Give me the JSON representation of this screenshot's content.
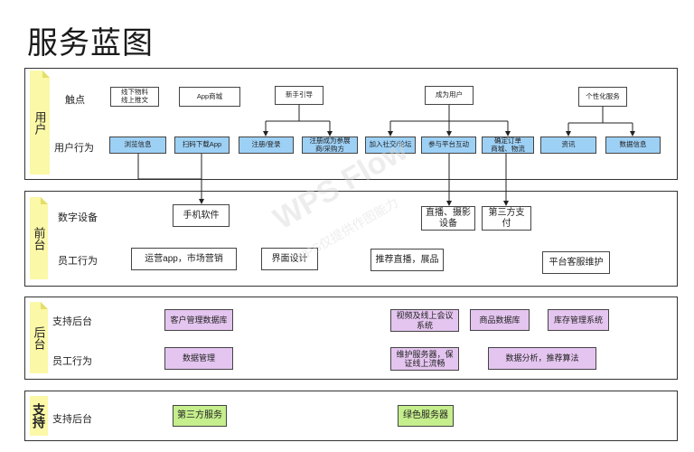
{
  "title": "服务蓝图",
  "watermark": {
    "line1": "WPS Flow",
    "line2": "WPS仅提供作图能力"
  },
  "lanes": {
    "user": {
      "tag": "用户",
      "rows": {
        "touch": "触点",
        "behavior": "用户行为"
      },
      "touchpoints": [
        "线下物料\n线上推文",
        "App商城",
        "新手引导",
        "成为用户",
        "个性化服务"
      ],
      "actions": [
        "浏览信息",
        "扫码下载App",
        "注册/登录",
        "注册成为参展\n商/采购方",
        "加入社交/论坛",
        "参与平台互动",
        "确定订单\n商城、物流",
        "资讯",
        "数据信息"
      ]
    },
    "front": {
      "tag": "前台",
      "rows": {
        "device": "数字设备",
        "staff": "员工行为"
      },
      "devices": [
        "手机软件",
        "直播、摄影\n设备",
        "第三方支\n付"
      ],
      "staff_items": [
        "运营app，市场营销",
        "界面设计",
        "推荐直播，展品",
        "平台客服维护"
      ]
    },
    "back": {
      "tag": "后台",
      "rows": {
        "support": "支持后台",
        "staff": "员工行为"
      },
      "support_items": [
        "客户管理数据库",
        "视频及线上会议\n系统",
        "商品数据库",
        "库存管理系统"
      ],
      "staff_items": [
        "数据管理",
        "维护服务器，保\n证线上流畅",
        "数据分析，推荐算法"
      ]
    },
    "support": {
      "tag": "支持",
      "rows": {
        "support": "支持后台"
      },
      "items": [
        "第三方服务",
        "绿色服务器"
      ]
    }
  }
}
